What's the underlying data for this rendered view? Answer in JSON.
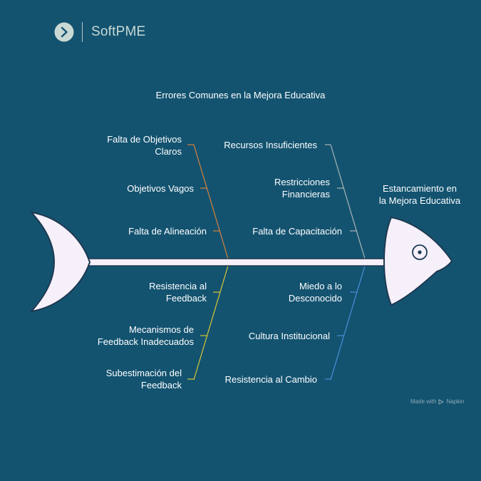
{
  "brand": {
    "name": "SoftPME",
    "logo_icon": "chevron-right-icon"
  },
  "diagram": {
    "title": "Errores Comunes en la Mejora Educativa",
    "effect": "Estancamiento en\nla Mejora Educativa",
    "branches": [
      {
        "color": "#d9813a",
        "causes": [
          "Falta de Objetivos\nClaros",
          "Objetivos Vagos",
          "Falta de Alineación"
        ]
      },
      {
        "color": "#a9b3b8",
        "causes": [
          "Recursos Insuficientes",
          "Restricciones\nFinancieras",
          "Falta de Capacitación"
        ]
      },
      {
        "color": "#d8c634",
        "causes": [
          "Resistencia al\nFeedback",
          "Mecanismos de\nFeedback Inadecuados",
          "Subestimación del\nFeedback"
        ]
      },
      {
        "color": "#4a8ed9",
        "causes": [
          "Miedo a lo\nDesconocido",
          "Cultura Institucional",
          "Resistencia al Cambio"
        ]
      }
    ]
  },
  "footer": {
    "text": "Made with",
    "brand": "Napkin"
  },
  "colors": {
    "background": "#135370",
    "fish": "#f6f0fb",
    "fish_outline": "#1e3950"
  }
}
